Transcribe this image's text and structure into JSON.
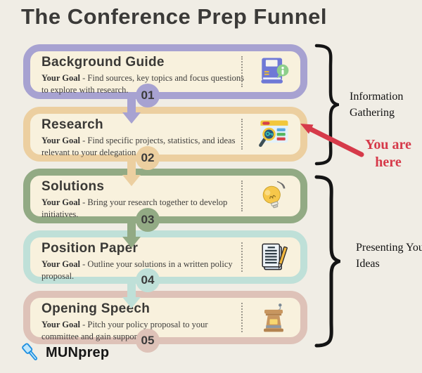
{
  "page": {
    "background": "#f0ede5"
  },
  "title": "The Conference Prep Funnel",
  "steps": [
    {
      "number": "01",
      "title": "Background Guide",
      "goal_label": "Your Goal",
      "description": "- Find sources, key topics and focus questions to explore with research.",
      "icon": "book-info-icon",
      "color": "#a7a2d1"
    },
    {
      "number": "02",
      "title": "Research",
      "goal_label": "Your Goal",
      "description": "- Find specific projects, statistics, and ideas relevant to your delegation.",
      "icon": "web-search-icon",
      "color": "#eccfa0"
    },
    {
      "number": "03",
      "title": "Solutions",
      "goal_label": "Your Goal",
      "description": "- Bring your research together to develop initiatives.",
      "icon": "lightbulb-icon",
      "color": "#92aa84"
    },
    {
      "number": "04",
      "title": "Position Paper",
      "goal_label": "Your Goal",
      "description": "- Outline your solutions in a written policy proposal.",
      "icon": "document-pencil-icon",
      "color": "#bfe0d8"
    },
    {
      "number": "05",
      "title": "Opening Speech",
      "goal_label": "Your Goal",
      "description": "- Pitch your policy proposal to your committee and gain support.",
      "icon": "podium-icon",
      "color": "#dec2b8"
    }
  ],
  "groups": [
    {
      "label": "Information Gathering"
    },
    {
      "label": "Presenting Your Ideas"
    }
  ],
  "marker": {
    "label": "You are here",
    "color": "#d63a4a"
  },
  "footer": {
    "brand": "MUNprep"
  }
}
